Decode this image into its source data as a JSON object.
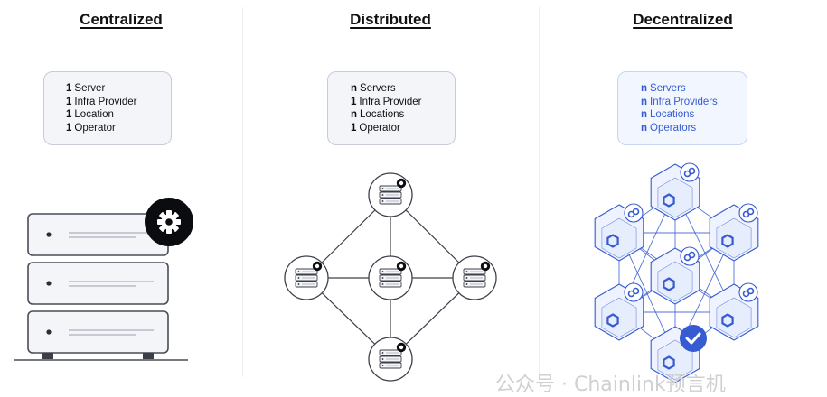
{
  "columns": [
    {
      "title": "Centralized",
      "rows": [
        {
          "num": "1",
          "label": "Server"
        },
        {
          "num": "1",
          "label": "Infra Provider"
        },
        {
          "num": "1",
          "label": "Location"
        },
        {
          "num": "1",
          "label": "Operator"
        }
      ],
      "illustration": "server-stack-gear"
    },
    {
      "title": "Distributed",
      "rows": [
        {
          "num": "n",
          "label": "Servers"
        },
        {
          "num": "1",
          "label": "Infra Provider"
        },
        {
          "num": "n",
          "label": "Locations"
        },
        {
          "num": "1",
          "label": "Operator"
        }
      ],
      "illustration": "server-node-network"
    },
    {
      "title": "Decentralized",
      "rows": [
        {
          "num": "n",
          "label": "Servers"
        },
        {
          "num": "n",
          "label": "Infra Providers"
        },
        {
          "num": "n",
          "label": "Locations"
        },
        {
          "num": "n",
          "label": "Operators"
        }
      ],
      "illustration": "hexagon-node-network"
    }
  ],
  "colors": {
    "accent_blue": "#375bd2",
    "gear_badge": "#0b0c10",
    "server_fill": "#f4f5f8",
    "server_stroke": "#4a4d57"
  },
  "icons": [
    "gear-icon",
    "server-icon",
    "link-icon",
    "check-icon"
  ],
  "watermark": "公众号 · Chainlink预言机"
}
